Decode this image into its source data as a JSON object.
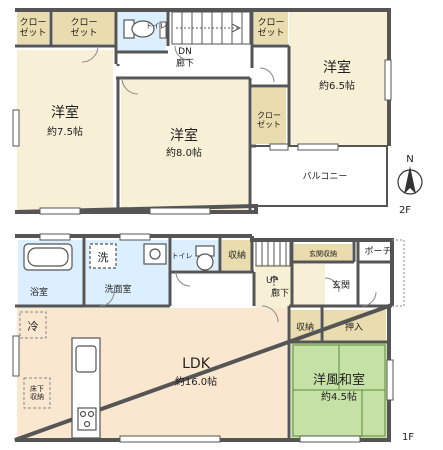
{
  "floor2": {
    "label": "2F",
    "closet_a": "クロー\nゼット",
    "closet_b": "クロー\nゼット",
    "closet_c": "クロー\nゼット",
    "closet_d": "クロー\nゼット",
    "toilet": "トイレ",
    "dn": "DN",
    "hall": "廊下",
    "room_w": "洋室",
    "room_w_size": "約7.5帖",
    "room_c": "洋室",
    "room_c_size": "約8.0帖",
    "room_e": "洋室",
    "room_e_size": "約6.5帖",
    "balcony": "バルコニー"
  },
  "floor1": {
    "label": "1F",
    "wash_mark": "洗",
    "bath": "浴室",
    "washroom": "洗面室",
    "toilet": "トイレ",
    "storage_a": "収納",
    "entrance_storage": "玄関収納",
    "porch": "ポーチ",
    "up": "UP",
    "hall": "廊下",
    "entrance": "玄関",
    "fridge": "冷",
    "storage_b": "収納",
    "oshiire": "押入",
    "ldk": "LDK",
    "ldk_size": "約16.0帖",
    "underfloor": "床下\n収納",
    "japanese": "洋風和室",
    "japanese_size": "約4.5帖"
  },
  "compass": {
    "n": "N"
  },
  "colors": {
    "wall": "#555555",
    "floor_room": "#f7f0d6",
    "floor_ldk": "#fae7d0",
    "floor_wet": "#dcefff",
    "floor_closet": "#e9dcae",
    "tatami": "#c5e1a5",
    "veranda": "#ffffff"
  }
}
